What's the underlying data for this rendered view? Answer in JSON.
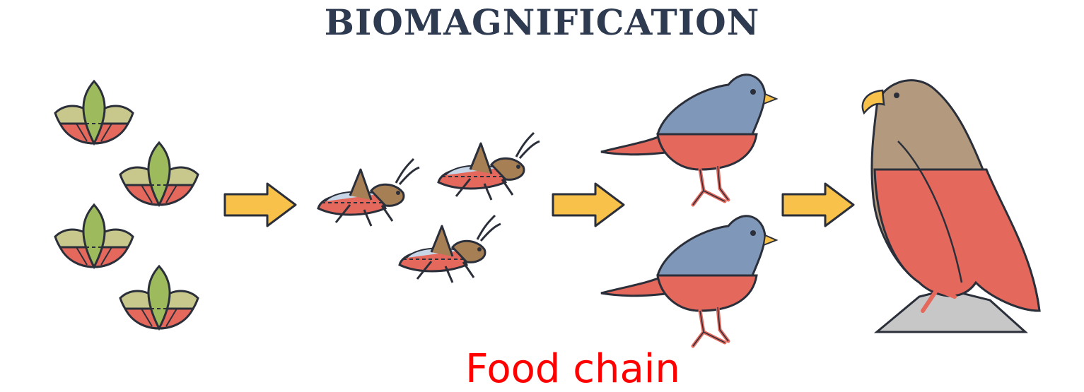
{
  "title": "BIOMAGNIFICATION",
  "caption": "Food chain",
  "colors": {
    "outline": "#2b2f3a",
    "toxin_red": "#e4685c",
    "leaf_green": "#9dbb5c",
    "leaf_olive": "#c9c88c",
    "grasshopper_brown": "#a67f55",
    "bird_blue": "#7f97b8",
    "eagle_tan": "#b39a7e",
    "arrow_yellow": "#f7c14a",
    "rock_gray": "#c7c7c7",
    "title_navy": "#2e3a4f",
    "caption_red": "#ff0000"
  },
  "stages": [
    "plants",
    "grasshoppers",
    "small-birds",
    "eagle"
  ]
}
